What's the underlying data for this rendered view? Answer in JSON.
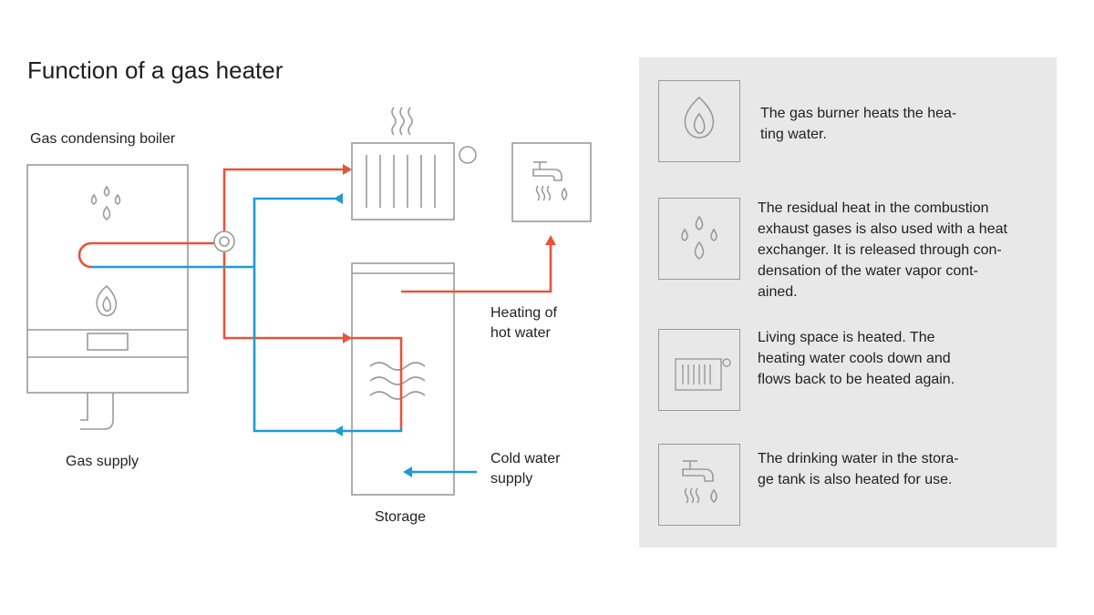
{
  "title": "Function of a gas heater",
  "labels": {
    "boiler": "Gas condensing boiler",
    "gas_supply": "Gas supply",
    "storage": "Storage",
    "hot_water": "Heating of\nhot water",
    "cold_water": "Cold water\nsupply"
  },
  "cards": [
    {
      "icon": "flame-icon",
      "text": "The gas burner heats the hea-\nting water."
    },
    {
      "icon": "water-drops-icon",
      "text": "The residual heat in the combustion\nexhaust gases is also used with a heat\nexchanger. It is released through con-\ndensation of the water vapor cont-\nained."
    },
    {
      "icon": "radiator-icon",
      "text": "Living space is heated. The\nheating water cools down and\nflows back to be heated again."
    },
    {
      "icon": "faucet-icon",
      "text": "The drinking water in the stora-\nge tank is also heated for use."
    }
  ],
  "colors": {
    "hot": "#e8533a",
    "cold": "#1f9ad6",
    "outline": "#9a9a9a",
    "panel": "#e8e8e8"
  }
}
